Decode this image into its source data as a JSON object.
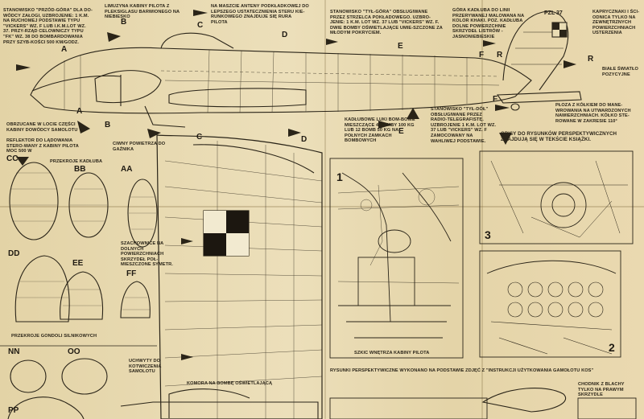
{
  "top_notes": {
    "front_gunner": "STANOWISKO \"PRZÓD-GÓRA\" DLA DO-WÓDCY ZAŁOGI, UZBROJENIE: 1 K.M. NA RUCHOMEJ PODSTAWIE TYPU \"VICKERS\" wz. F LUB I.K.M.LOT wz. 37. PRZY-RZĄD CELOWNICZY TYPU \"FK\" wz. 38 DO BOMBARDOWANIA PRZY SZYB-KOŚCI 500 KM/GODZ.",
    "pilot_canopy": "LIMUZYNA KABINY PILOTA Z PLEKSIGLASU BARWIONEGO NA NIEBIESKO",
    "antenna_mast": "NA MASZCIE ANTENY PODKŁADKOWEJ DO LEPSZEGO USTATECZNIENIA STERU KIE-RUNKOWEGO ZNAJDUJE SIĘ RURA PILOTA",
    "rear_gunner": "STANOWISKO \"TYŁ-GÓRA\" OBSŁUGIWANE PRZEZ STRZELCA POKŁADOWEGO. UZBRO-JENIE: 1 K.M. LOT wz. 37 LUB \"VICKERS\" wz. F. DWIE BOMBY OŚWIETLAJĄCE UMIE-SZCZONE ZA MŁODYM POKRYCIEM.",
    "upper_fuselage": "GÓRA KADŁUBA DO LINII PRZERYWANEJ MALOWANA NA KOLOR KHAKI. POZ. KADŁUBA DOLNE POWIERZCHNIE SKRZYDEŁ LISTRÓW - JASNONIEBIESKIE",
    "fin_note": "KAPRYCZNAKI I ŚCI-ODNICA TYLKO NA ZEWNĘTRZNYCH POWIERZCHNIACH USTERZENIA",
    "tail_code": "PZL 37",
    "white_stripes": "BIAŁE ŚWIATŁO POZYCYJNE"
  },
  "mid_notes": {
    "nose_glazing": "OBRZUCANE W LOCIE CZĘŚCI KABINY DOWÓDCY SAMOLOTU",
    "reflector": "REFLEKTOR DO LĄDOWANIA STERO-WANY Z KABINY PILOTA MOC 500 W",
    "wind_screen": "CIWNY POWIETRZA DO GAŹNIKA",
    "bomb_bay": "KADŁUBOWE LUKI BOM-BOWE MIESZCZĄCE 4 BOMBY 100 KG LUB 12 BOMB 50 KG NA POŁNYCH ZAMKACH BOMBOWYCH",
    "rear_gun_lower": "STANOWISKO \"TYŁ-DÓŁ\" OBSŁUGIWANE PRZEZ RADIO-TELEGRAFISTĘ. UZBROJENIE 1 K.M. LOT wz. 37 LUB \"VICKERS\" wz. F ZAMOCOWANY NA WAHLIWEJ PODSTAWIE.",
    "tail_wheel": "PŁOZA Z KÓŁKIEM DO MANE-WROWANIA NA UTWARDZONYCH NAWIERZCHNIACH. KÓŁKO STE-ROWANE W ZAKRESIE 110°",
    "perspective_ref": "OPISY DO RYSUNKÓW PERSPEKTYWICZNYCH ZNAJDUJĄ SIĘ W TEKŚCIE KSIĄŻKI.",
    "fuselage_sections": "PRZEKROJE KADŁUBA",
    "fuel_tank_note": "SZACHOWNICE NA DOLNYCH POWIERZCHNIACH SKRZYDEŁ POŁ-MIESZCZONE SYMETR.",
    "nacelle_sections": "PRZEKROJE GONDOLI SILNIKOWYCH",
    "mounts": "UCHWYTY DO KOTWICZENIA SAMOLOTU",
    "bomb_flare": "KOMORA NA BOMBĘ OŚWIETLAJĄCĄ",
    "cockpit_caption": "SZKIC WNĘTRZA KABINY PILOTA",
    "perspective_footer": "RYSUNKI PERSPEKTYWICZNE WYKONANO NA PODSTAWIE ZDJĘĆ Z \"INSTRUKCJI UŻYTKOWANIA GAMOŁOTU KOS\"",
    "step_note": "CHODNIK Z BLACHY TYLKO NA PRAWYM SKRZYDLE"
  },
  "section_labels": [
    "A",
    "A",
    "B",
    "B",
    "C",
    "C",
    "D",
    "D",
    "E",
    "E",
    "F",
    "F",
    "R",
    "R"
  ],
  "section_names": [
    "CC",
    "BB",
    "AA",
    "DD",
    "EE",
    "FF",
    "NN",
    "OO",
    "PP"
  ],
  "panel_numbers": [
    "1",
    "2",
    "3"
  ],
  "colors": {
    "paper": "#e6d7ad",
    "ink": "#2a2418",
    "fold": "#b39b6a"
  }
}
